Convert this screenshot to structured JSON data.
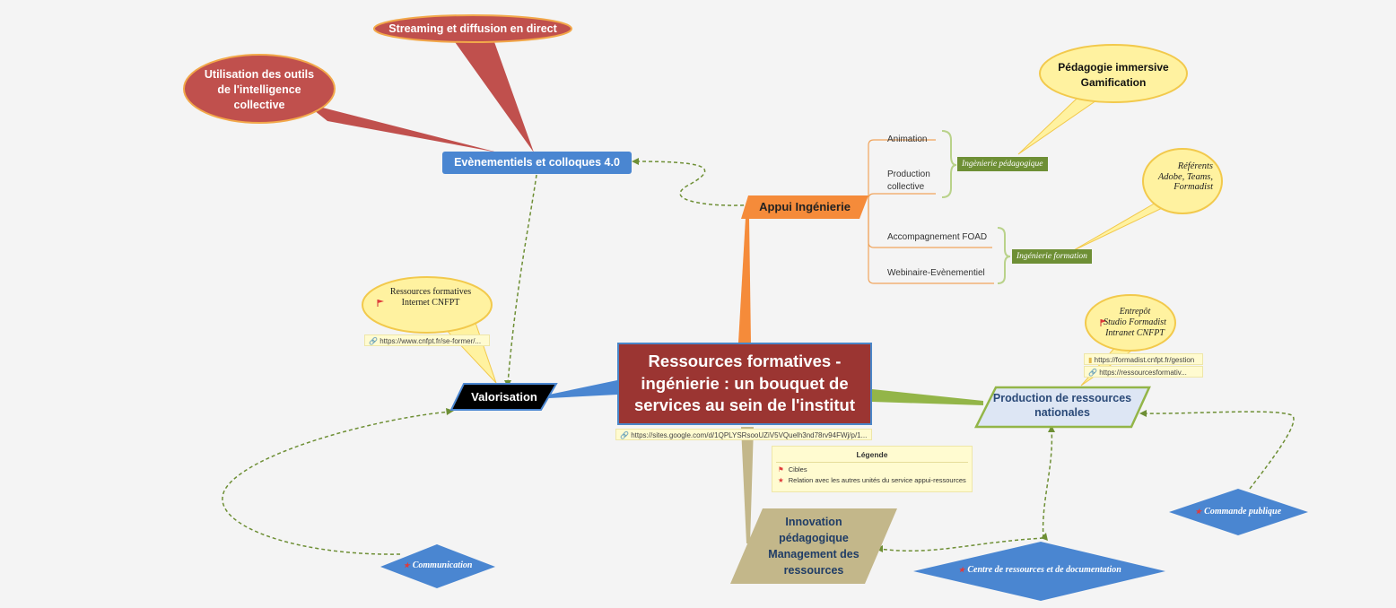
{
  "central": {
    "title": "Ressources formatives - ingénierie : un bouquet de services au sein de l'institut",
    "link": "https://sites.google.com/d/1QPLYSRsooUZiV5VQuelh3nd78rv94FWj/p/1..."
  },
  "branches": {
    "appui": "Appui Ingénierie",
    "evenementiels": "Evènementiels et colloques 4.0",
    "valorisation": "Valorisation",
    "production": "Production de ressources nationales",
    "innovation": "Innovation pédagogique Management des ressources"
  },
  "appui_children": [
    "Animation",
    "Production collective",
    "Accompagnement FOAD",
    "Webinaire-Evènementiel"
  ],
  "groups": {
    "pedagogique": "Ingènierie pédagogique",
    "formation": "Ingénierie formation"
  },
  "callouts": {
    "streaming": "Streaming et diffusion en direct",
    "intelligence": "Utilisation des outils de l'intelligence collective",
    "pedagogie": "Pédagogie immersive Gamification",
    "referents": "Référents Adobe, Teams, Formadist",
    "valorisation_note": "Ressources formatives Internet CNFPT",
    "valorisation_link": "https://www.cnfpt.fr/se-former/...",
    "production_note_1": "Entrepôt",
    "production_note_2": "Studio Formadist",
    "production_note_3": "Intranet CNFPT",
    "production_link_1": "https://formadist.cnfpt.fr/gestion",
    "production_link_2": "https://ressourcesformativ..."
  },
  "legend": {
    "title": "Légende",
    "items": [
      "Cibles",
      "Relation avec les autres unités du service appui-ressources"
    ]
  },
  "relations": {
    "communication": "Communication",
    "commande": "Commande publique",
    "centre": "Centre de ressources et de documentation"
  },
  "colors": {
    "central": "#9b3532",
    "appui": "#f58b3a",
    "evenementiels": "#4a86d1",
    "valorisation": "#000000",
    "production": "#dde6f4",
    "innovation": "#c3b78a",
    "callout_red": "#c0504d",
    "callout_yellow": "#fff2a0",
    "green": "#6e8f35",
    "diamond": "#4a86d1"
  }
}
